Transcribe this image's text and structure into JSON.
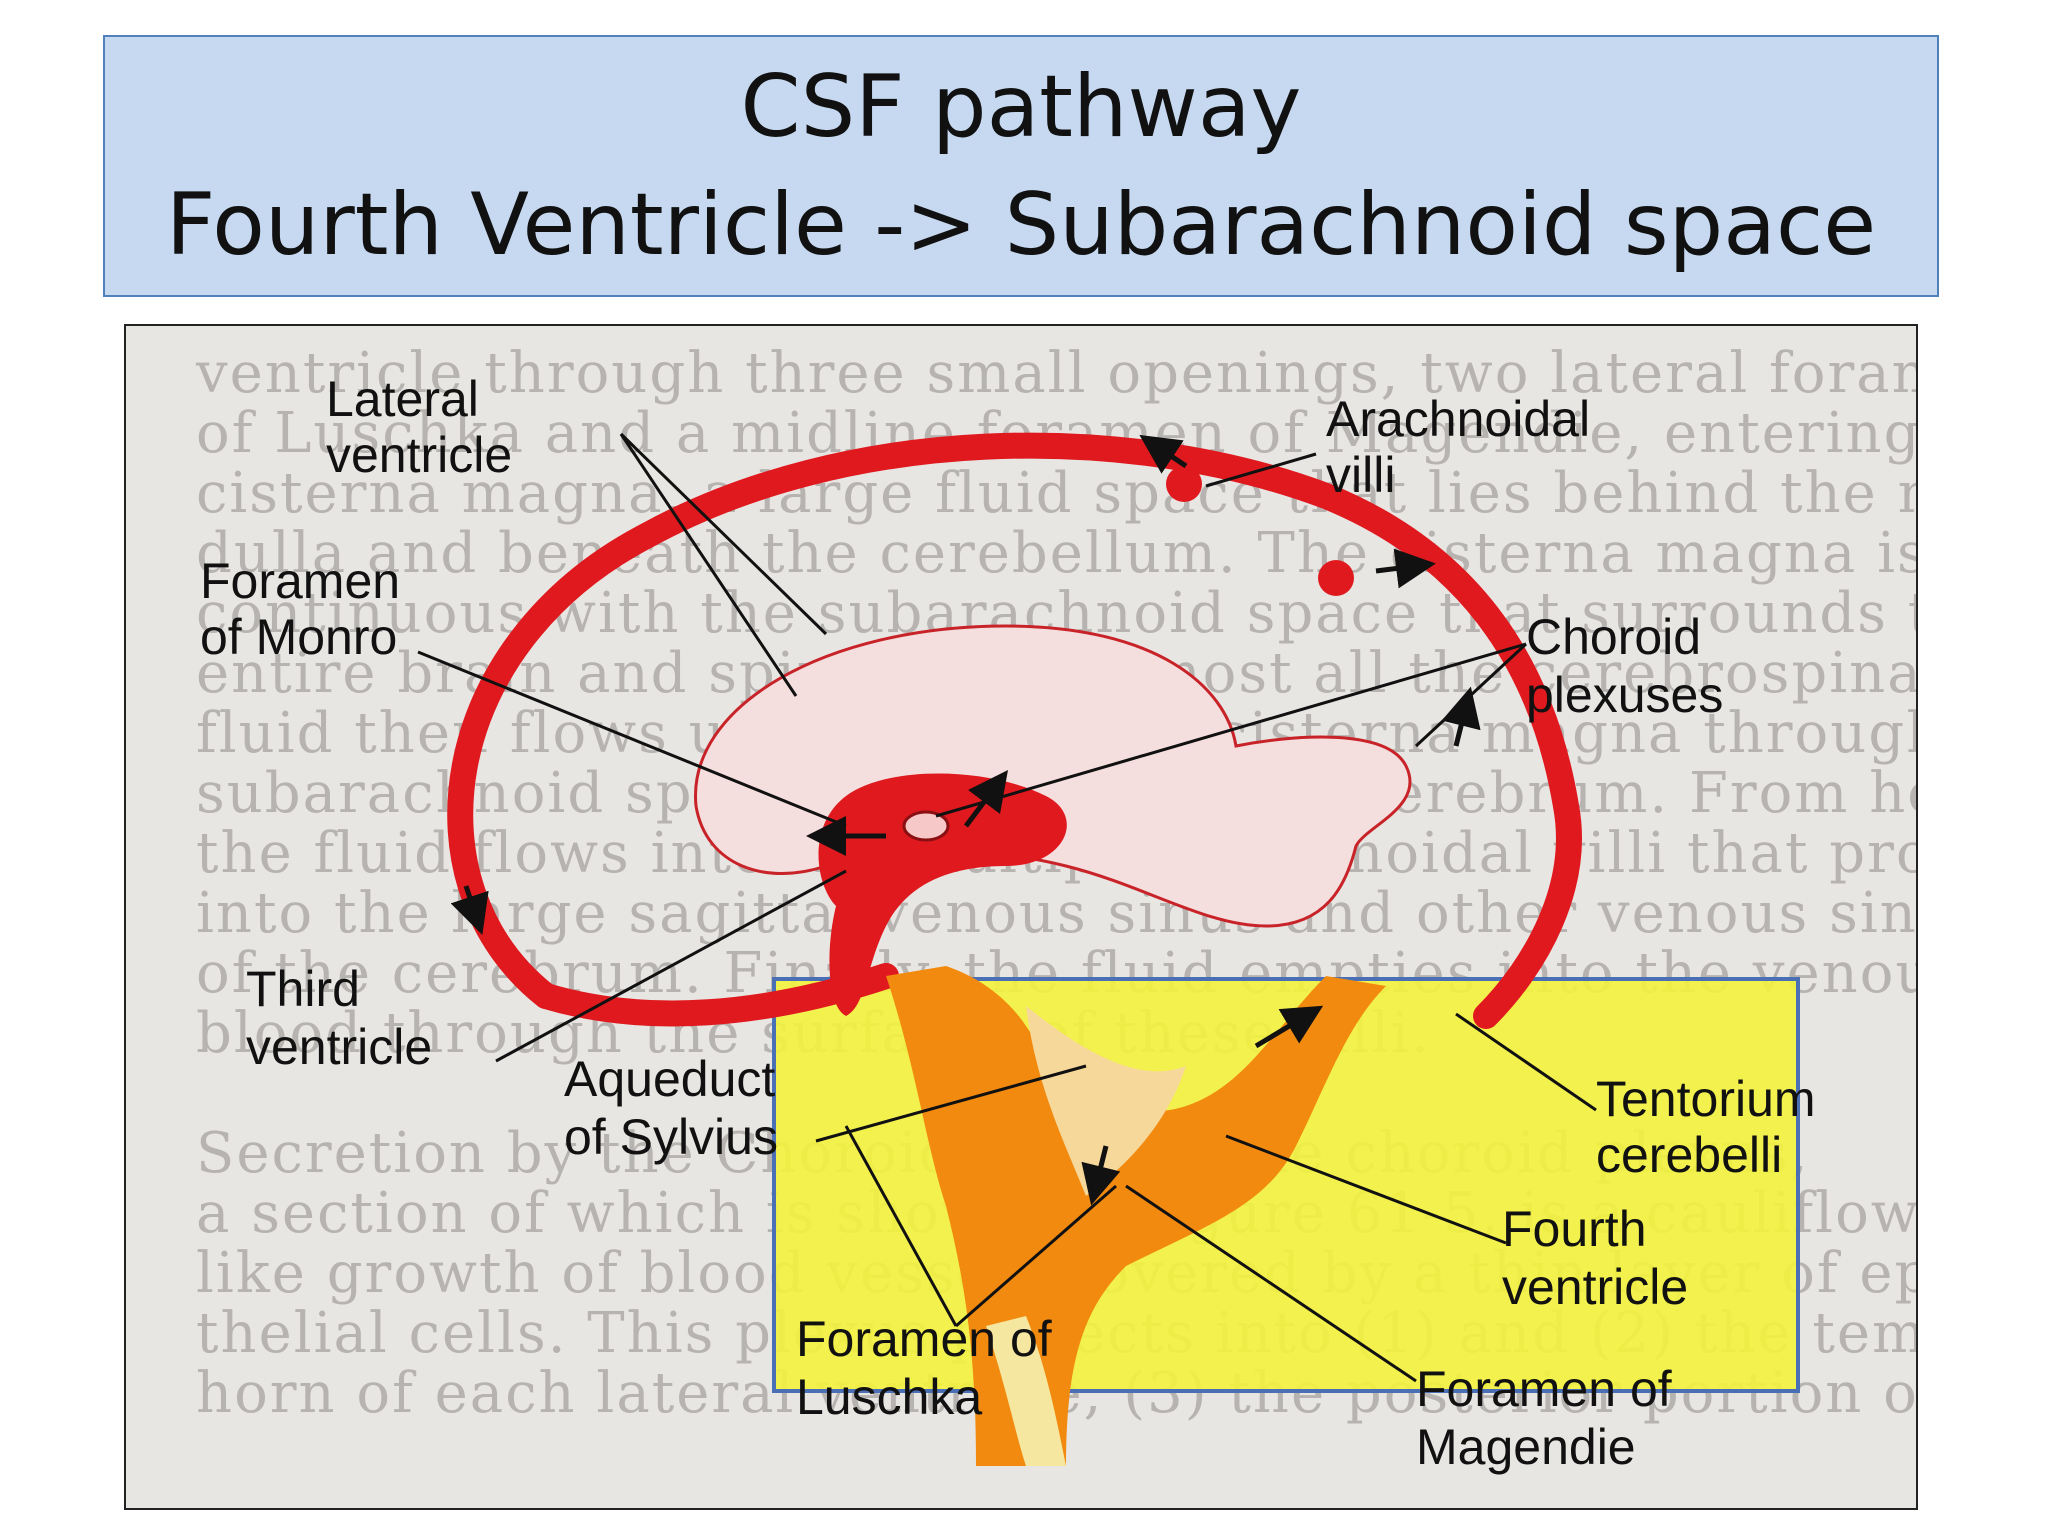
{
  "title": {
    "line1": "CSF pathway",
    "line2": "Fourth Ventricle -> Subarachnoid space"
  },
  "background_text": [
    "ventricle through three small openings, two lateral foramina",
    "of Luschka and a midline foramen of Magendie, entering the",
    "cisterna magna, a large fluid space that lies behind the me-",
    "dulla and beneath the cerebellum. The cisterna magna is",
    "continuous with the subarachnoid space that surrounds the",
    "entire brain and spinal cord. Almost all the cerebrospinal",
    "fluid then flows upward from the cisterna magna through the",
    "subarachnoid spaces surrounding the cerebrum. From here,",
    "the fluid flows into the multiple arachnoidal villi that project",
    "into the large sagittal venous sinus and other venous sinuses",
    "of the cerebrum. Finally, the fluid empties into the venous",
    "blood through the surfaces of these villi.",
    "",
    "Secretion by the Choroid Plexus. The choroid plexus,",
    "a section of which is shown in Figure 61-5, is a cauliflower-",
    "like growth of blood vessels covered by a thin layer of epi-",
    "thelial cells. This plexus projects into (1) and (2) the temporal",
    "horn of each lateral ventricle, (3) the posterior portion of the"
  ],
  "labels": {
    "lateral_ventricle": [
      "Lateral",
      "ventricle"
    ],
    "arachnoidal_villi": [
      "Arachnoidal",
      "villi"
    ],
    "foramen_of_monro": [
      "Foramen",
      "of Monro"
    ],
    "choroid_plexuses": [
      "Choroid",
      "plexuses"
    ],
    "third_ventricle": [
      "Third",
      "ventricle"
    ],
    "aqueduct_of_sylvius": [
      "Aqueduct",
      "of Sylvius"
    ],
    "tentorium_cerebelli": [
      "Tentorium",
      "cerebelli"
    ],
    "fourth_ventricle": [
      "Fourth",
      "ventricle"
    ],
    "foramen_of_luschka": [
      "Foramen of",
      "Luschka"
    ],
    "foramen_of_magendie": [
      "Foramen of",
      "Magendie"
    ]
  },
  "colors": {
    "title_fill": "#c6d9f1",
    "title_border": "#4f81bd",
    "csf_red": "#e0191e",
    "brainstem_orange": "#f28a10",
    "highlight_yellow": "#f2f23a",
    "highlight_border": "#4a6fb5"
  }
}
